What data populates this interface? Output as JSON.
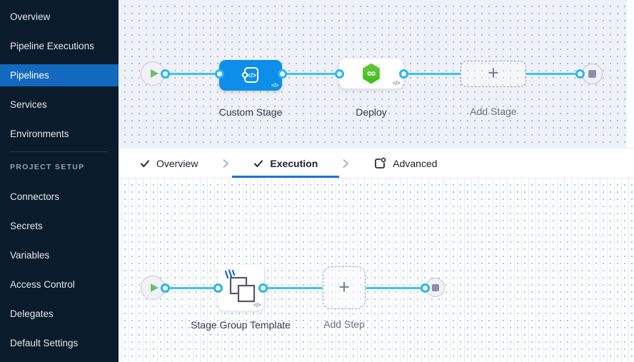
{
  "sidebar": {
    "nav_items": [
      {
        "label": "Overview",
        "active": false
      },
      {
        "label": "Pipeline Executions",
        "active": false
      },
      {
        "label": "Pipelines",
        "active": true
      },
      {
        "label": "Services",
        "active": false
      },
      {
        "label": "Environments",
        "active": false
      }
    ],
    "section_label": "PROJECT SETUP",
    "setup_items": [
      {
        "label": "Connectors"
      },
      {
        "label": "Secrets"
      },
      {
        "label": "Variables"
      },
      {
        "label": "Access Control"
      },
      {
        "label": "Delegates"
      },
      {
        "label": "Default Settings"
      }
    ]
  },
  "tabs": {
    "overview": "Overview",
    "execution": "Execution",
    "advanced": "Advanced",
    "active_tab": "Execution"
  },
  "stage_canvas": {
    "nodes": {
      "custom_stage": "Custom Stage",
      "deploy": "Deploy",
      "add_stage": "Add Stage"
    }
  },
  "execution_canvas": {
    "nodes": {
      "stage_group_template": "Stage Group Template",
      "add_step": "Add Step"
    }
  },
  "glyphs": {
    "code": "</>",
    "plus": "+",
    "infinity": "∞"
  },
  "colors": {
    "sidebar_bg": "#0a1b2c",
    "sidebar_active": "#1269bd",
    "node_blue": "#0d8ee8",
    "connector_blue": "#3cc3f2",
    "deploy_green": "#4cc32b",
    "tab_underline": "#2171d0",
    "canvas_top_bg": "#eef2f8"
  }
}
